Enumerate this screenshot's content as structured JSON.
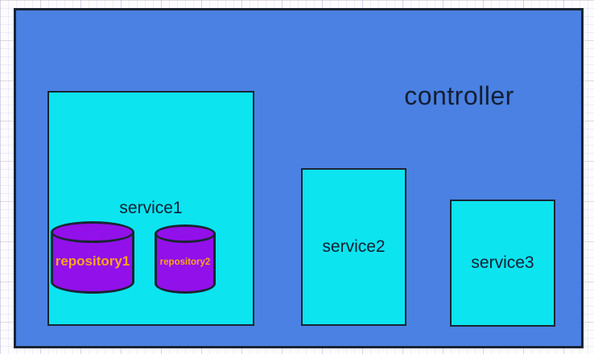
{
  "diagram": {
    "type": "nested-container-diagram",
    "controller": {
      "label": "controller"
    },
    "services": [
      {
        "label": "service1",
        "repositories": [
          {
            "label": "repository1"
          },
          {
            "label": "repository2"
          }
        ]
      },
      {
        "label": "service2",
        "repositories": []
      },
      {
        "label": "service3",
        "repositories": []
      }
    ],
    "colors": {
      "controller_fill": "#4a81e2",
      "service_fill": "#0ce4ef",
      "repository_fill": "#9210ea",
      "repository_label_text": "#f9a51a",
      "shape_border": "#1a2433",
      "shape_label_text": "#141e33",
      "canvas_background": "#fcfcfe",
      "grid_line": "#e6e3f1"
    }
  }
}
